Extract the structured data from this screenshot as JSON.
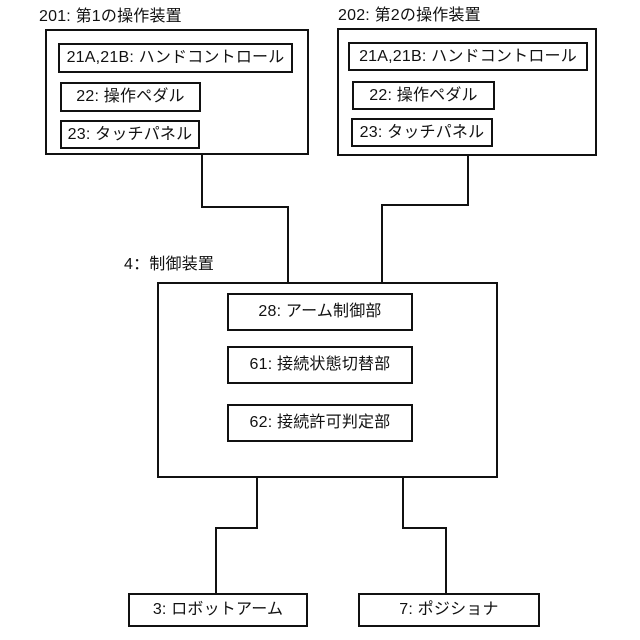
{
  "diagram": {
    "background_color": "#ffffff",
    "line_color": "#111111",
    "nodes": {
      "device1": {
        "title": "201: 第1の操作装置",
        "items": [
          {
            "label": "21A,21B: ハンドコントロール"
          },
          {
            "label": "22: 操作ペダル"
          },
          {
            "label": "23: タッチパネル"
          }
        ]
      },
      "device2": {
        "title": "202: 第2の操作装置",
        "items": [
          {
            "label": "21A,21B: ハンドコントロール"
          },
          {
            "label": "22: 操作ペダル"
          },
          {
            "label": "23: タッチパネル"
          }
        ]
      },
      "controller": {
        "title": "4：制御装置",
        "items": [
          {
            "label": "28: アーム制御部"
          },
          {
            "label": "61: 接続状態切替部"
          },
          {
            "label": "62: 接続許可判定部"
          }
        ]
      },
      "robot_arm": {
        "label": "3: ロボットアーム"
      },
      "positioner": {
        "label": "7: ポジショナ"
      }
    },
    "connections": [
      {
        "from": "device1",
        "to": "controller"
      },
      {
        "from": "device2",
        "to": "controller"
      },
      {
        "from": "controller",
        "to": "robot_arm"
      },
      {
        "from": "controller",
        "to": "positioner"
      }
    ]
  }
}
